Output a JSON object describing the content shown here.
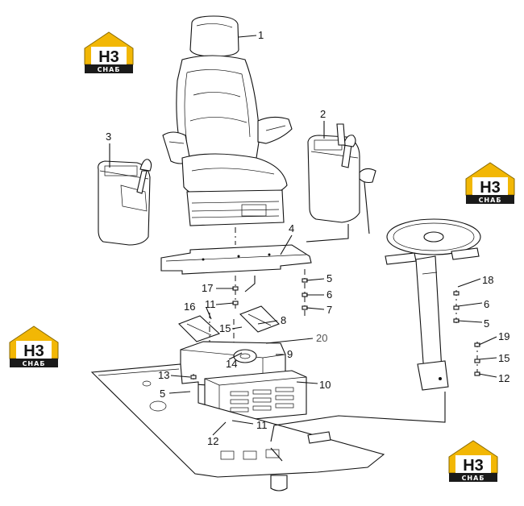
{
  "brand": {
    "logo_mark": "H3",
    "logo_sub": "CHAБ",
    "logo_color": "#f2b705"
  },
  "callouts": {
    "c1": "1",
    "c2": "2",
    "c3": "3",
    "c4": "4",
    "c5a": "5",
    "c6a": "6",
    "c7": "7",
    "c17": "17",
    "c11a": "11",
    "c16": "16",
    "c15a": "15",
    "c8": "8",
    "c20": "20",
    "c14": "14",
    "c9": "9",
    "c13": "13",
    "c5b": "5",
    "c10": "10",
    "c11b": "11",
    "c12a": "12",
    "c18": "18",
    "c6b": "6",
    "c5c": "5",
    "c19": "19",
    "c15b": "15",
    "c12b": "12"
  }
}
